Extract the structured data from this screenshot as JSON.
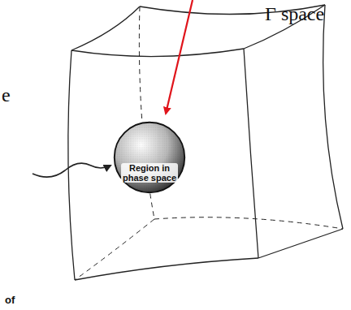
{
  "diagram": {
    "nodes": [
      {
        "text": [
          "Region in phase space"
        ]
      }
    ],
    "labels": [
      "Γ space",
      "e",
      "of"
    ]
  }
}
